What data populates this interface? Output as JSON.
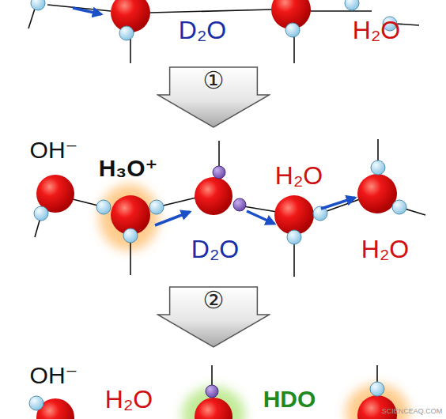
{
  "diagram": {
    "nodes": [
      {
        "text": [
          "①"
        ]
      },
      {
        "text": [
          "②"
        ]
      }
    ],
    "labels": [
      "D₂O",
      "H₂O",
      "OH⁻",
      "H₃O⁺",
      "H₂O",
      "D₂O",
      "H₂O",
      "OH⁻",
      "H₂O",
      "HDO",
      "SCIENCEAQ.COM"
    ]
  }
}
